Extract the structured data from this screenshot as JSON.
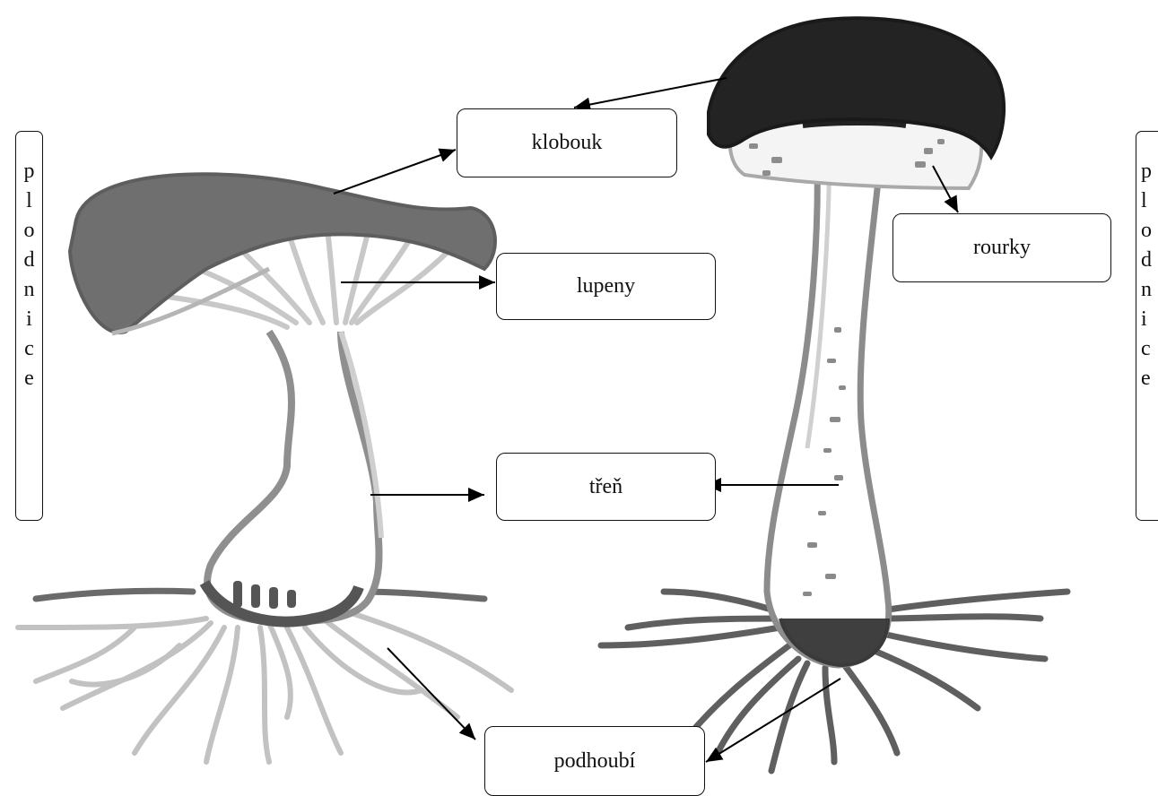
{
  "labels": {
    "klobouk": "klobouk",
    "lupeny": "lupeny",
    "rourky": "rourky",
    "tren": "třeň",
    "podhoubi": "podhoubí"
  },
  "side_label": {
    "text": "plodnice",
    "letters": [
      "p",
      "l",
      "o",
      "d",
      "n",
      "i",
      "c",
      "e"
    ]
  },
  "colors": {
    "cap_left": "#6e6e6e",
    "cap_right": "#222222",
    "outline": "#8a8a8a",
    "light_outline": "#c9c9c9",
    "mycelium_dark": "#555555",
    "mycelium_light": "#bdbdbd"
  }
}
